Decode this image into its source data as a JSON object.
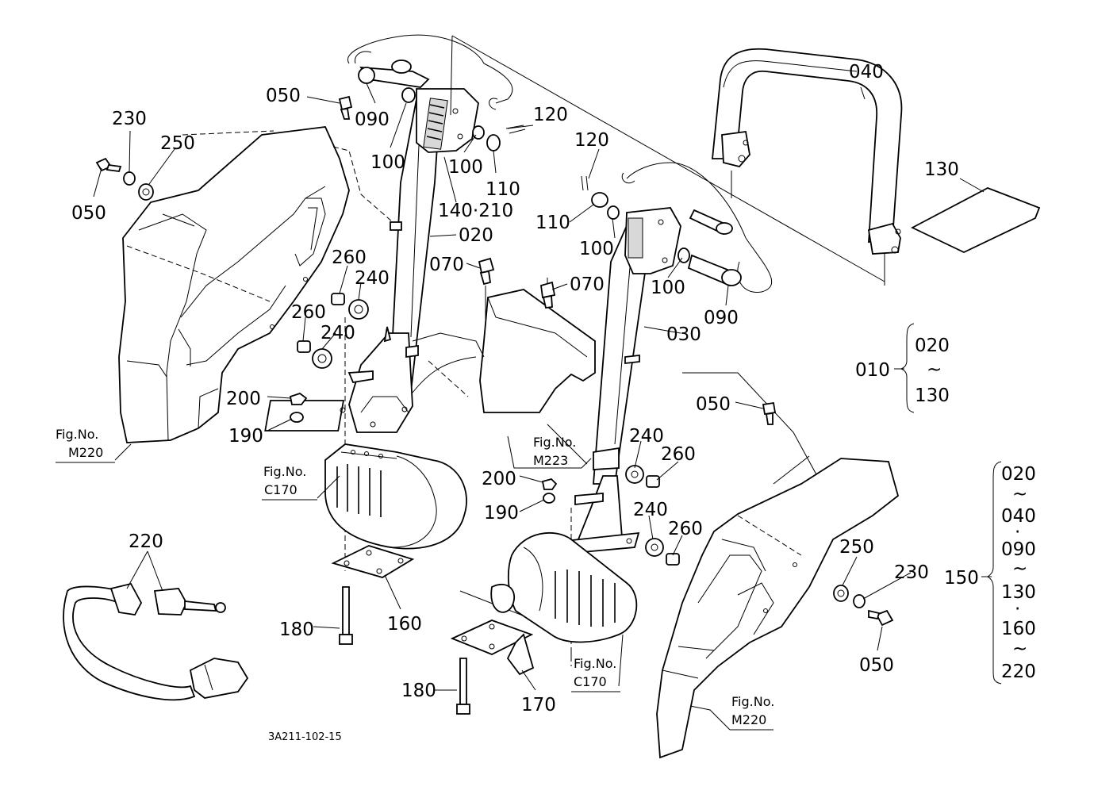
{
  "callouts": {
    "c050a": "050",
    "c050b": "050",
    "c050c": "050",
    "c050d": "050",
    "c230a": "230",
    "c230b": "230",
    "c250a": "250",
    "c250b": "250",
    "c090a": "090",
    "c090b": "090",
    "c100a": "100",
    "c100b": "100",
    "c100c": "100",
    "c100d": "100",
    "c110a": "110",
    "c110b": "110",
    "c120a": "120",
    "c120b": "120",
    "c140": "140·210",
    "c020": "020",
    "c030": "030",
    "c040": "040",
    "c130": "130",
    "c070a": "070",
    "c070b": "070",
    "c260a": "260",
    "c260b": "260",
    "c260c": "260",
    "c260d": "260",
    "c240a": "240",
    "c240b": "240",
    "c240c": "240",
    "c240d": "240",
    "c200a": "200",
    "c200b": "200",
    "c190a": "190",
    "c190b": "190",
    "c180a": "180",
    "c180b": "180",
    "c160": "160",
    "c170": "170",
    "c220": "220"
  },
  "group_010": {
    "label": "010",
    "range_start": "020",
    "tilde": "~",
    "range_end": "130"
  },
  "group_150": {
    "label": "150",
    "lines": [
      "020",
      "~",
      "040",
      "·",
      "090",
      "~",
      "130",
      "·",
      "160",
      "~",
      "220"
    ]
  },
  "fig_refs": {
    "m220_left": {
      "fig": "Fig.No.",
      "num": "M220"
    },
    "c170_left": {
      "fig": "Fig.No.",
      "num": "C170"
    },
    "m223": {
      "fig": "Fig.No.",
      "num": "M223"
    },
    "c170_right": {
      "fig": "Fig.No.",
      "num": "C170"
    },
    "m220_right": {
      "fig": "Fig.No.",
      "num": "M220"
    }
  },
  "drawing_code": "3A211-102-15"
}
